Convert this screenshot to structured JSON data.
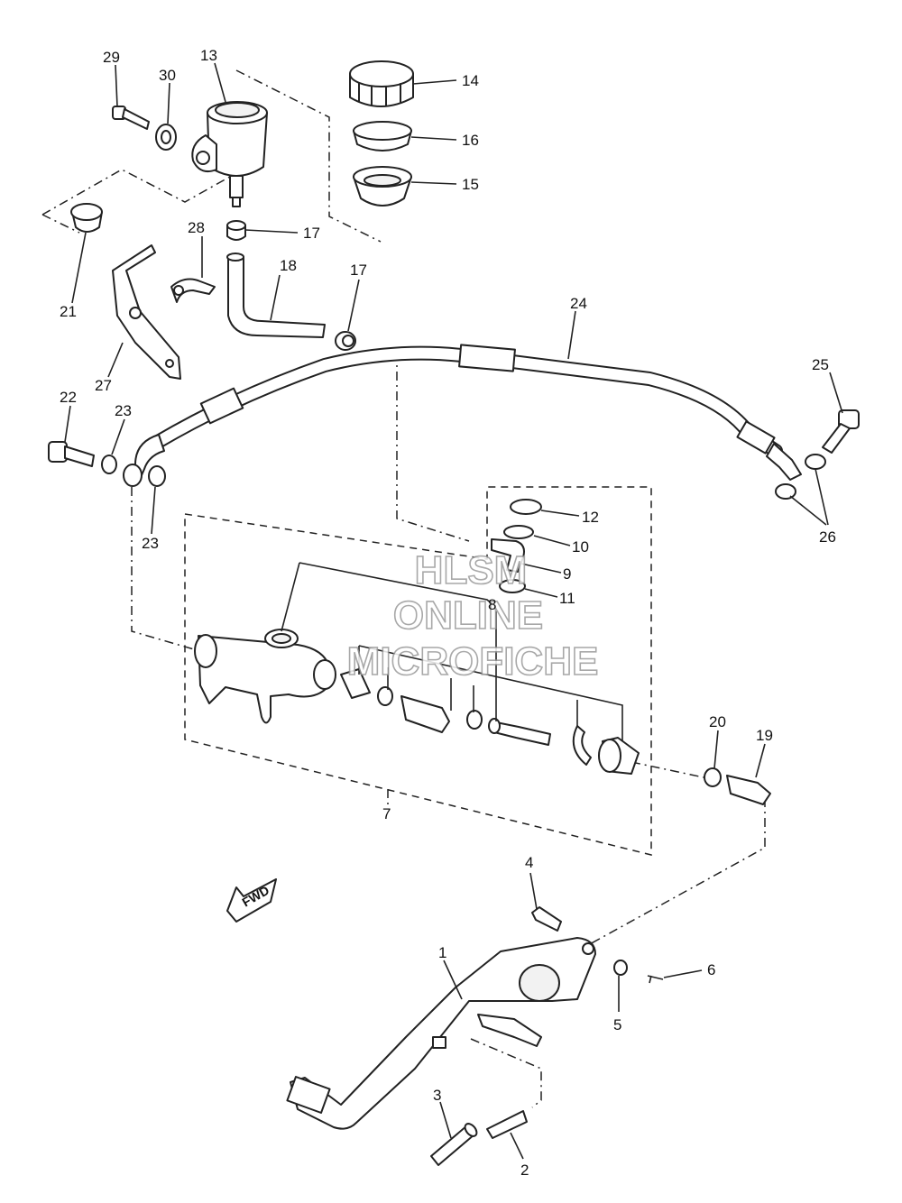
{
  "watermark": {
    "line1": "HLSM",
    "line2": "ONLINE",
    "line3": "MICROFICHE"
  },
  "direction_arrow": "FWD",
  "callouts": {
    "p1": "1",
    "p2": "2",
    "p3": "3",
    "p4": "4",
    "p5": "5",
    "p6": "6",
    "p7": "7",
    "p8": "8",
    "p9": "9",
    "p10": "10",
    "p11": "11",
    "p12": "12",
    "p13": "13",
    "p14": "14",
    "p15": "15",
    "p16": "16",
    "p17a": "17",
    "p17b": "17",
    "p18": "18",
    "p19": "19",
    "p20": "20",
    "p21": "21",
    "p22": "22",
    "p23a": "23",
    "p23b": "23",
    "p24": "24",
    "p25": "25",
    "p26": "26",
    "p27": "27",
    "p28": "28",
    "p29": "29",
    "p30": "30"
  }
}
